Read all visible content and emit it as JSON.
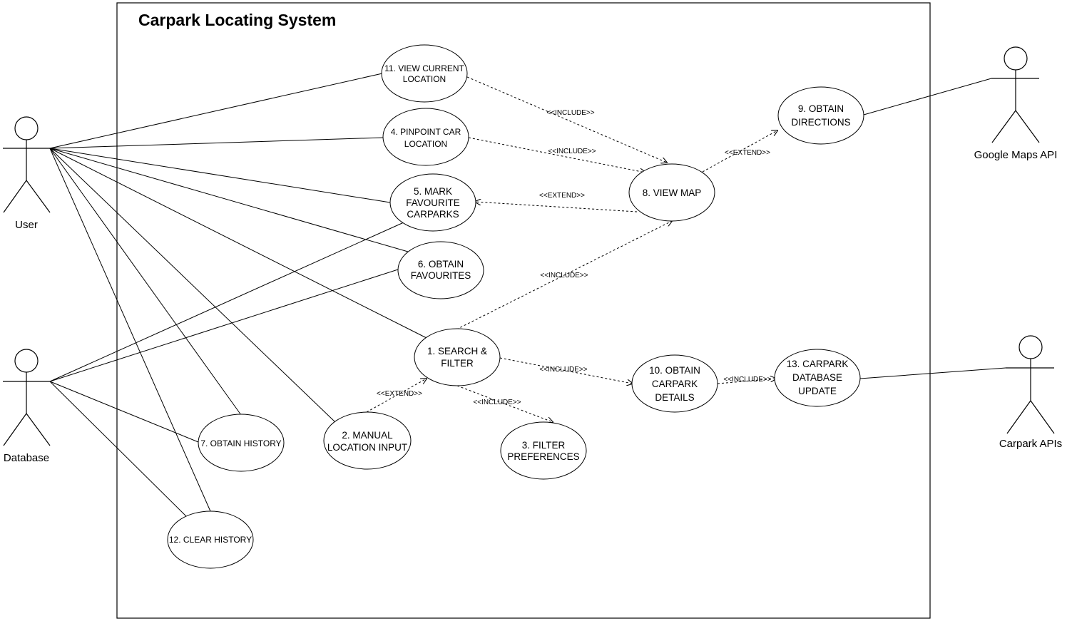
{
  "system": {
    "title": "Carpark Locating System"
  },
  "actors": {
    "user": "User",
    "database": "Database",
    "google_maps": "Google Maps API",
    "carpark_apis": "Carpark APIs"
  },
  "use_cases": {
    "uc11": [
      "11. VIEW CURRENT",
      "LOCATION"
    ],
    "uc4": [
      "4. PINPOINT CAR",
      "LOCATION"
    ],
    "uc5": [
      "5. MARK",
      "FAVOURITE",
      "CARPARKS"
    ],
    "uc6": [
      "6. OBTAIN",
      "FAVOURITES"
    ],
    "uc1": [
      "1. SEARCH &",
      "FILTER"
    ],
    "uc2": [
      "2. MANUAL",
      "LOCATION INPUT"
    ],
    "uc3": [
      "3. FILTER",
      "PREFERENCES"
    ],
    "uc7": [
      "7. OBTAIN HISTORY"
    ],
    "uc12": [
      "12. CLEAR HISTORY"
    ],
    "uc8": [
      "8. VIEW MAP"
    ],
    "uc9": [
      "9. OBTAIN",
      "DIRECTIONS"
    ],
    "uc10": [
      "10. OBTAIN",
      "CARPARK",
      "DETAILS"
    ],
    "uc13": [
      "13. CARPARK",
      "DATABASE",
      "UPDATE"
    ]
  },
  "relations": {
    "include_11_8": "<<INCLUDE>>",
    "include_4_8": "<<INCLUDE>>",
    "extend_8_5": "<<EXTEND>>",
    "extend_8_9": "<<EXTEND>>",
    "include_1_8": "<<INCLUDE>>",
    "include_1_10": "<<INCLUDE>>",
    "extend_2_1": "<<EXTEND>>",
    "include_1_3": "<<INCLUDE>>",
    "include_10_13": "<<INCLUDE>>"
  }
}
